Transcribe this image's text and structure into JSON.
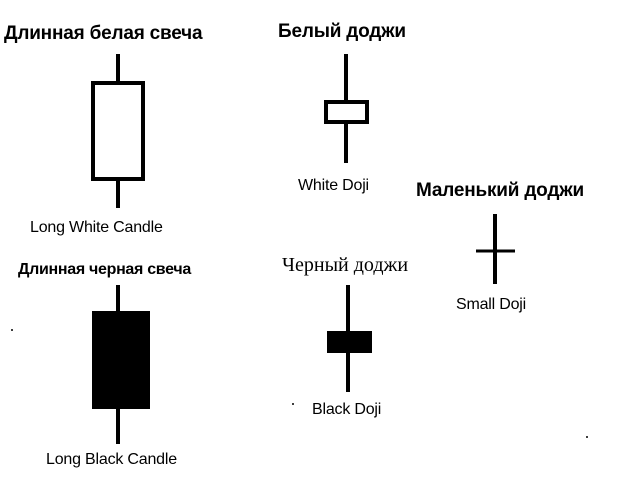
{
  "labels": {
    "long_white_ru": "Длинная белая свеча",
    "long_white_en": "Long White Candle",
    "white_doji_ru": "Белый доджи",
    "white_doji_en": "White Doji",
    "small_doji_ru": "Маленький доджи",
    "small_doji_en": "Small Doji",
    "long_black_ru": "Длинная черная свеча",
    "long_black_en": "Long Black Candle",
    "black_doji_ru": "Черный доджи",
    "black_doji_en": "Black Doji"
  },
  "colors": {
    "ink": "#000000",
    "paper": "#ffffff"
  }
}
